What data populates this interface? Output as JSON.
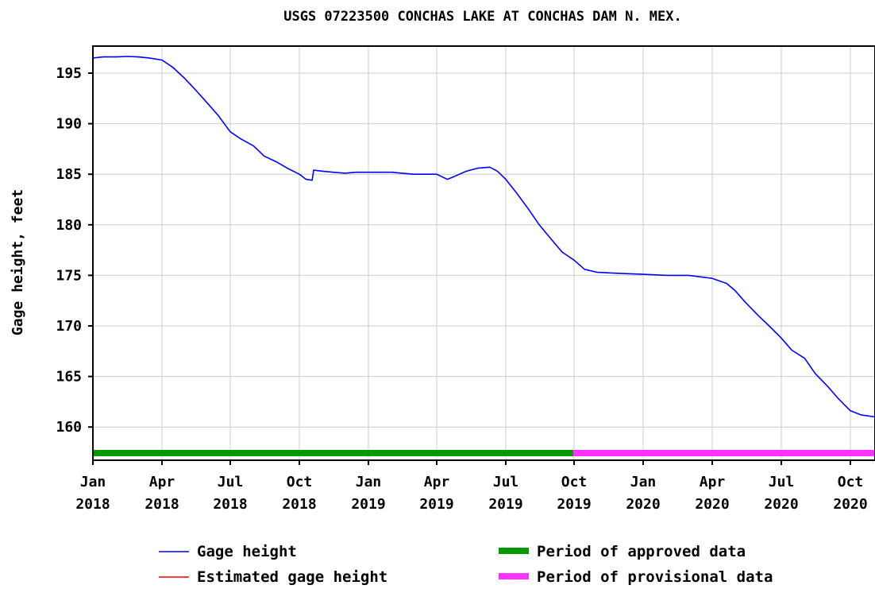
{
  "chart_data": {
    "type": "line",
    "title": "USGS 07223500 CONCHAS LAKE AT CONCHAS DAM N. MEX.",
    "ylabel": "Gage height, feet",
    "xlabel": "",
    "grid": true,
    "legend_position": "bottom",
    "ylim": [
      156.5,
      197.5
    ],
    "xlim": [
      "2018-01-01",
      "2020-11-05"
    ],
    "yticks": [
      "195",
      "190",
      "185",
      "180",
      "175",
      "170",
      "165",
      "160"
    ],
    "ytick_values": [
      195,
      190,
      185,
      180,
      175,
      170,
      165,
      160
    ],
    "xticks": [
      {
        "month": "Jan",
        "year": "2018",
        "date": "2018-01-01"
      },
      {
        "month": "Apr",
        "year": "2018",
        "date": "2018-04-01"
      },
      {
        "month": "Jul",
        "year": "2018",
        "date": "2018-07-01"
      },
      {
        "month": "Oct",
        "year": "2018",
        "date": "2018-10-01"
      },
      {
        "month": "Jan",
        "year": "2019",
        "date": "2019-01-01"
      },
      {
        "month": "Apr",
        "year": "2019",
        "date": "2019-04-01"
      },
      {
        "month": "Jul",
        "year": "2019",
        "date": "2019-07-01"
      },
      {
        "month": "Oct",
        "year": "2019",
        "date": "2019-10-01"
      },
      {
        "month": "Jan",
        "year": "2020",
        "date": "2020-01-01"
      },
      {
        "month": "Apr",
        "year": "2020",
        "date": "2020-04-01"
      },
      {
        "month": "Jul",
        "year": "2020",
        "date": "2020-07-01"
      },
      {
        "month": "Oct",
        "year": "2020",
        "date": "2020-10-01"
      }
    ],
    "series": [
      {
        "name": "Gage height",
        "color": "#0000ff",
        "x": [
          "2018-01-01",
          "2018-01-15",
          "2018-02-01",
          "2018-02-15",
          "2018-03-01",
          "2018-03-15",
          "2018-04-01",
          "2018-04-15",
          "2018-05-01",
          "2018-05-15",
          "2018-06-01",
          "2018-06-15",
          "2018-07-01",
          "2018-07-15",
          "2018-08-01",
          "2018-08-15",
          "2018-09-01",
          "2018-09-15",
          "2018-10-01",
          "2018-10-10",
          "2018-10-18",
          "2018-10-20",
          "2018-11-01",
          "2018-11-15",
          "2018-12-01",
          "2018-12-15",
          "2019-01-01",
          "2019-02-01",
          "2019-03-01",
          "2019-04-01",
          "2019-04-15",
          "2019-04-25",
          "2019-05-10",
          "2019-05-25",
          "2019-06-10",
          "2019-06-20",
          "2019-07-01",
          "2019-07-15",
          "2019-08-01",
          "2019-08-15",
          "2019-09-01",
          "2019-09-15",
          "2019-10-01",
          "2019-10-15",
          "2019-11-01",
          "2019-12-01",
          "2020-01-01",
          "2020-02-01",
          "2020-03-01",
          "2020-04-01",
          "2020-04-20",
          "2020-05-01",
          "2020-05-15",
          "2020-06-01",
          "2020-06-15",
          "2020-07-01",
          "2020-07-15",
          "2020-08-01",
          "2020-08-15",
          "2020-09-01",
          "2020-09-15",
          "2020-10-01",
          "2020-10-15",
          "2020-11-05"
        ],
        "values": [
          196.5,
          196.6,
          196.6,
          196.65,
          196.6,
          196.5,
          196.3,
          195.6,
          194.5,
          193.4,
          192.0,
          190.8,
          189.2,
          188.5,
          187.8,
          186.8,
          186.2,
          185.6,
          185.0,
          184.5,
          184.4,
          185.4,
          185.3,
          185.2,
          185.1,
          185.2,
          185.2,
          185.2,
          185.0,
          185.0,
          184.5,
          184.8,
          185.3,
          185.6,
          185.7,
          185.3,
          184.5,
          183.2,
          181.5,
          180.0,
          178.5,
          177.3,
          176.5,
          175.6,
          175.3,
          175.2,
          175.1,
          175.0,
          175.0,
          174.7,
          174.2,
          173.5,
          172.3,
          171.0,
          170.0,
          168.8,
          167.6,
          166.8,
          165.3,
          164.0,
          162.8,
          161.6,
          161.2,
          161.0
        ]
      },
      {
        "name": "Estimated gage height",
        "color": "#ff0000",
        "x": [],
        "values": []
      }
    ],
    "periods": [
      {
        "name": "Period of approved data",
        "color": "#009900",
        "start": "2018-01-01",
        "end": "2019-09-30"
      },
      {
        "name": "Period of provisional data",
        "color": "#ff33ff",
        "start": "2019-09-30",
        "end": "2020-11-05"
      }
    ],
    "legend": [
      {
        "label": "Gage height",
        "color": "#0000ff",
        "style": "line"
      },
      {
        "label": "Estimated gage height",
        "color": "#ff0000",
        "style": "line"
      },
      {
        "label": "Period of approved data",
        "color": "#009900",
        "style": "bar"
      },
      {
        "label": "Period of provisional data",
        "color": "#ff33ff",
        "style": "bar"
      }
    ]
  }
}
